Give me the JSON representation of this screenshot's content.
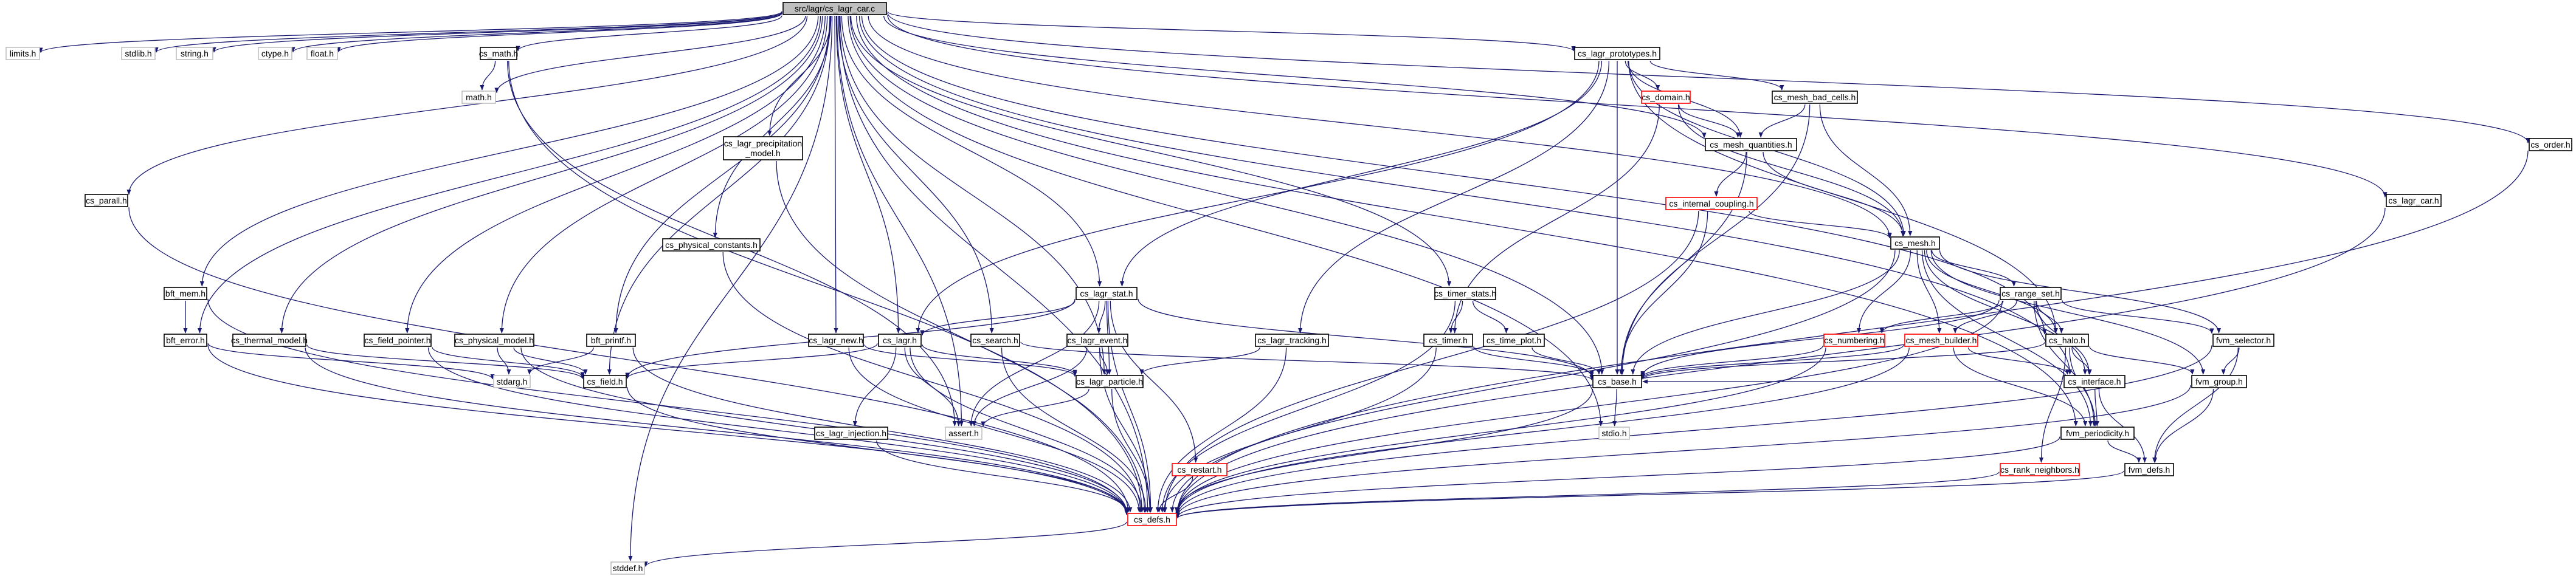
{
  "colors": {
    "edge": "#191970",
    "node_border": "#000000",
    "node_fill": "#ffffff",
    "root_fill": "#bfbfbf",
    "external_border": "#bfbfbf",
    "missing_border": "#ff0000"
  },
  "nodes": [
    {
      "id": "root",
      "label": "src/lagr/cs_lagr_car.c",
      "kind": "root"
    },
    {
      "id": "limits",
      "label": "limits.h",
      "kind": "external"
    },
    {
      "id": "stdlib",
      "label": "stdlib.h",
      "kind": "external"
    },
    {
      "id": "string",
      "label": "string.h",
      "kind": "external"
    },
    {
      "id": "ctype",
      "label": "ctype.h",
      "kind": "external"
    },
    {
      "id": "float",
      "label": "float.h",
      "kind": "external"
    },
    {
      "id": "assert",
      "label": "assert.h",
      "kind": "external"
    },
    {
      "id": "math",
      "label": "math.h",
      "kind": "external"
    },
    {
      "id": "stdarg",
      "label": "stdarg.h",
      "kind": "external"
    },
    {
      "id": "stdio",
      "label": "stdio.h",
      "kind": "external"
    },
    {
      "id": "stddef",
      "label": "stddef.h",
      "kind": "external"
    },
    {
      "id": "cs_defs",
      "label": "cs_defs.h",
      "kind": "missing"
    },
    {
      "id": "cs_restart",
      "label": "cs_restart.h",
      "kind": "missing"
    },
    {
      "id": "cs_domain",
      "label": "cs_domain.h",
      "kind": "missing"
    },
    {
      "id": "cs_internal_coupling",
      "label": "cs_internal_coupling.h",
      "kind": "missing"
    },
    {
      "id": "cs_numbering",
      "label": "cs_numbering.h",
      "kind": "missing"
    },
    {
      "id": "cs_mesh_builder",
      "label": "cs_mesh_builder.h",
      "kind": "missing"
    },
    {
      "id": "cs_rank_neighbors",
      "label": "cs_rank_neighbors.h",
      "kind": "missing"
    },
    {
      "id": "cs_math",
      "label": "cs_math.h",
      "kind": "normal"
    },
    {
      "id": "cs_lagr_prototypes",
      "label": "cs_lagr_prototypes.h",
      "kind": "normal"
    },
    {
      "id": "cs_mesh_bad_cells",
      "label": "cs_mesh_bad_cells.h",
      "kind": "normal"
    },
    {
      "id": "cs_mesh_quantities",
      "label": "cs_mesh_quantities.h",
      "kind": "normal"
    },
    {
      "id": "cs_mesh",
      "label": "cs_mesh.h",
      "kind": "normal"
    },
    {
      "id": "cs_lagr_precipitation_model",
      "label": "cs_lagr_precipitation _model.h",
      "kind": "normal"
    },
    {
      "id": "cs_parall",
      "label": "cs_parall.h",
      "kind": "normal"
    },
    {
      "id": "cs_physical_constants",
      "label": "cs_physical_constants.h",
      "kind": "normal"
    },
    {
      "id": "cs_lagr_car",
      "label": "cs_lagr_car.h",
      "kind": "normal"
    },
    {
      "id": "cs_order",
      "label": "cs_order.h",
      "kind": "normal"
    },
    {
      "id": "bft_mem",
      "label": "bft_mem.h",
      "kind": "normal"
    },
    {
      "id": "bft_error",
      "label": "bft_error.h",
      "kind": "normal"
    },
    {
      "id": "cs_thermal_model",
      "label": "cs_thermal_model.h",
      "kind": "normal"
    },
    {
      "id": "cs_field_pointer",
      "label": "cs_field_pointer.h",
      "kind": "normal"
    },
    {
      "id": "cs_physical_model",
      "label": "cs_physical_model.h",
      "kind": "normal"
    },
    {
      "id": "bft_printf",
      "label": "bft_printf.h",
      "kind": "normal"
    },
    {
      "id": "cs_field",
      "label": "cs_field.h",
      "kind": "normal"
    },
    {
      "id": "cs_lagr_stat",
      "label": "cs_lagr_stat.h",
      "kind": "normal"
    },
    {
      "id": "cs_lagr_new",
      "label": "cs_lagr_new.h",
      "kind": "normal"
    },
    {
      "id": "cs_lagr",
      "label": "cs_lagr.h",
      "kind": "normal"
    },
    {
      "id": "cs_search",
      "label": "cs_search.h",
      "kind": "normal"
    },
    {
      "id": "cs_lagr_event",
      "label": "cs_lagr_event.h",
      "kind": "normal"
    },
    {
      "id": "cs_lagr_particle",
      "label": "cs_lagr_particle.h",
      "kind": "normal"
    },
    {
      "id": "cs_lagr_injection",
      "label": "cs_lagr_injection.h",
      "kind": "normal"
    },
    {
      "id": "cs_lagr_tracking",
      "label": "cs_lagr_tracking.h",
      "kind": "normal"
    },
    {
      "id": "cs_timer_stats",
      "label": "cs_timer_stats.h",
      "kind": "normal"
    },
    {
      "id": "cs_timer",
      "label": "cs_timer.h",
      "kind": "normal"
    },
    {
      "id": "cs_time_plot",
      "label": "cs_time_plot.h",
      "kind": "normal"
    },
    {
      "id": "cs_base",
      "label": "cs_base.h",
      "kind": "normal"
    },
    {
      "id": "cs_range_set",
      "label": "cs_range_set.h",
      "kind": "normal"
    },
    {
      "id": "cs_halo",
      "label": "cs_halo.h",
      "kind": "normal"
    },
    {
      "id": "cs_interface",
      "label": "cs_interface.h",
      "kind": "normal"
    },
    {
      "id": "fvm_periodicity",
      "label": "fvm_periodicity.h",
      "kind": "normal"
    },
    {
      "id": "fvm_defs",
      "label": "fvm_defs.h",
      "kind": "normal"
    },
    {
      "id": "fvm_group",
      "label": "fvm_group.h",
      "kind": "normal"
    },
    {
      "id": "fvm_selector",
      "label": "fvm_selector.h",
      "kind": "normal"
    }
  ],
  "edges": [
    [
      "root",
      "limits"
    ],
    [
      "root",
      "stdlib"
    ],
    [
      "root",
      "string"
    ],
    [
      "root",
      "ctype"
    ],
    [
      "root",
      "float"
    ],
    [
      "root",
      "math"
    ],
    [
      "root",
      "cs_math"
    ],
    [
      "root",
      "stddef"
    ],
    [
      "root",
      "cs_parall"
    ],
    [
      "root",
      "bft_mem"
    ],
    [
      "root",
      "bft_error"
    ],
    [
      "root",
      "cs_thermal_model"
    ],
    [
      "root",
      "cs_field_pointer"
    ],
    [
      "root",
      "cs_physical_model"
    ],
    [
      "root",
      "cs_field"
    ],
    [
      "root",
      "bft_printf"
    ],
    [
      "root",
      "cs_physical_constants"
    ],
    [
      "root",
      "cs_lagr_precipitation_model"
    ],
    [
      "root",
      "cs_lagr_new"
    ],
    [
      "root",
      "cs_lagr"
    ],
    [
      "root",
      "cs_lagr_stat"
    ],
    [
      "root",
      "assert"
    ],
    [
      "root",
      "cs_lagr_particle"
    ],
    [
      "root",
      "cs_search"
    ],
    [
      "root",
      "cs_timer_stats"
    ],
    [
      "root",
      "cs_base"
    ],
    [
      "root",
      "stdio"
    ],
    [
      "root",
      "cs_lagr_prototypes"
    ],
    [
      "root",
      "cs_mesh_quantities"
    ],
    [
      "root",
      "cs_mesh"
    ],
    [
      "root",
      "cs_halo"
    ],
    [
      "root",
      "cs_interface"
    ],
    [
      "root",
      "fvm_periodicity"
    ],
    [
      "root",
      "cs_lagr_car"
    ],
    [
      "root",
      "cs_order"
    ],
    [
      "root",
      "cs_defs"
    ],
    [
      "cs_math",
      "math"
    ],
    [
      "cs_math",
      "assert"
    ],
    [
      "cs_math",
      "cs_defs"
    ],
    [
      "cs_lagr_prototypes",
      "cs_domain"
    ],
    [
      "cs_lagr_prototypes",
      "cs_mesh_bad_cells"
    ],
    [
      "cs_lagr_prototypes",
      "cs_mesh_quantities"
    ],
    [
      "cs_lagr_prototypes",
      "cs_mesh"
    ],
    [
      "cs_lagr_prototypes",
      "cs_lagr"
    ],
    [
      "cs_lagr_prototypes",
      "cs_lagr_stat"
    ],
    [
      "cs_lagr_prototypes",
      "cs_lagr_tracking"
    ],
    [
      "cs_lagr_prototypes",
      "cs_base"
    ],
    [
      "cs_lagr_prototypes",
      "cs_halo"
    ],
    [
      "cs_domain",
      "cs_mesh_quantities"
    ],
    [
      "cs_domain",
      "cs_mesh"
    ],
    [
      "cs_domain",
      "cs_timer"
    ],
    [
      "cs_mesh_bad_cells",
      "cs_mesh_quantities"
    ],
    [
      "cs_mesh_bad_cells",
      "cs_mesh"
    ],
    [
      "cs_mesh_bad_cells",
      "cs_base"
    ],
    [
      "cs_mesh_quantities",
      "cs_internal_coupling"
    ],
    [
      "cs_mesh_quantities",
      "cs_mesh"
    ],
    [
      "cs_mesh_quantities",
      "cs_base"
    ],
    [
      "cs_internal_coupling",
      "cs_mesh"
    ],
    [
      "cs_internal_coupling",
      "cs_base"
    ],
    [
      "cs_internal_coupling",
      "cs_defs"
    ],
    [
      "cs_mesh",
      "cs_range_set"
    ],
    [
      "cs_mesh",
      "cs_numbering"
    ],
    [
      "cs_mesh",
      "cs_mesh_builder"
    ],
    [
      "cs_mesh",
      "cs_base"
    ],
    [
      "cs_mesh",
      "cs_halo"
    ],
    [
      "cs_mesh",
      "cs_interface"
    ],
    [
      "cs_mesh",
      "fvm_periodicity"
    ],
    [
      "cs_mesh",
      "fvm_group"
    ],
    [
      "cs_mesh",
      "fvm_selector"
    ],
    [
      "cs_mesh",
      "cs_defs"
    ],
    [
      "cs_range_set",
      "cs_numbering"
    ],
    [
      "cs_range_set",
      "cs_mesh_builder"
    ],
    [
      "cs_range_set",
      "cs_halo"
    ],
    [
      "cs_range_set",
      "cs_interface"
    ],
    [
      "cs_range_set",
      "cs_base"
    ],
    [
      "cs_range_set",
      "fvm_periodicity"
    ],
    [
      "cs_range_set",
      "fvm_selector"
    ],
    [
      "cs_range_set",
      "cs_defs"
    ],
    [
      "cs_numbering",
      "cs_base"
    ],
    [
      "cs_numbering",
      "cs_defs"
    ],
    [
      "cs_mesh_builder",
      "cs_base"
    ],
    [
      "cs_mesh_builder",
      "cs_interface"
    ],
    [
      "cs_mesh_builder",
      "fvm_periodicity"
    ],
    [
      "cs_mesh_builder",
      "cs_defs"
    ],
    [
      "cs_halo",
      "cs_interface"
    ],
    [
      "cs_halo",
      "cs_rank_neighbors"
    ],
    [
      "cs_halo",
      "fvm_periodicity"
    ],
    [
      "cs_halo",
      "cs_base"
    ],
    [
      "cs_halo",
      "fvm_group"
    ],
    [
      "cs_interface",
      "fvm_periodicity"
    ],
    [
      "cs_interface",
      "fvm_defs"
    ],
    [
      "cs_interface",
      "cs_base"
    ],
    [
      "fvm_periodicity",
      "fvm_defs"
    ],
    [
      "fvm_periodicity",
      "cs_defs"
    ],
    [
      "fvm_defs",
      "cs_defs"
    ],
    [
      "cs_rank_neighbors",
      "cs_defs"
    ],
    [
      "fvm_selector",
      "fvm_group"
    ],
    [
      "fvm_selector",
      "fvm_defs"
    ],
    [
      "fvm_selector",
      "cs_defs"
    ],
    [
      "fvm_group",
      "fvm_defs"
    ],
    [
      "fvm_group",
      "cs_defs"
    ],
    [
      "cs_lagr_precipitation_model",
      "cs_defs"
    ],
    [
      "cs_parall",
      "cs_defs"
    ],
    [
      "cs_physical_constants",
      "cs_defs"
    ],
    [
      "cs_lagr_car",
      "cs_defs"
    ],
    [
      "cs_order",
      "cs_defs"
    ],
    [
      "bft_mem",
      "bft_error"
    ],
    [
      "bft_mem",
      "cs_defs"
    ],
    [
      "bft_error",
      "stdarg"
    ],
    [
      "bft_error",
      "cs_defs"
    ],
    [
      "cs_thermal_model",
      "cs_field"
    ],
    [
      "cs_thermal_model",
      "cs_defs"
    ],
    [
      "cs_field_pointer",
      "cs_field"
    ],
    [
      "cs_field_pointer",
      "cs_defs"
    ],
    [
      "cs_physical_model",
      "cs_field"
    ],
    [
      "cs_physical_model",
      "stdarg"
    ],
    [
      "cs_physical_model",
      "cs_defs"
    ],
    [
      "bft_printf",
      "stdarg"
    ],
    [
      "bft_printf",
      "cs_defs"
    ],
    [
      "cs_field",
      "cs_defs"
    ],
    [
      "cs_lagr_stat",
      "cs_field"
    ],
    [
      "cs_lagr_stat",
      "cs_lagr"
    ],
    [
      "cs_lagr_stat",
      "cs_lagr_event"
    ],
    [
      "cs_lagr_stat",
      "cs_lagr_particle"
    ],
    [
      "cs_lagr_stat",
      "assert"
    ],
    [
      "cs_lagr_stat",
      "cs_restart"
    ],
    [
      "cs_lagr_stat",
      "cs_base"
    ],
    [
      "cs_lagr_stat",
      "cs_defs"
    ],
    [
      "cs_lagr_new",
      "cs_lagr_particle"
    ],
    [
      "cs_lagr_new",
      "cs_defs"
    ],
    [
      "cs_lagr",
      "cs_field"
    ],
    [
      "cs_lagr",
      "cs_lagr_injection"
    ],
    [
      "cs_lagr",
      "cs_lagr_particle"
    ],
    [
      "cs_lagr",
      "assert"
    ],
    [
      "cs_lagr",
      "cs_defs"
    ],
    [
      "cs_search",
      "cs_base"
    ],
    [
      "cs_search",
      "cs_defs"
    ],
    [
      "cs_lagr_event",
      "cs_lagr_particle"
    ],
    [
      "cs_lagr_event",
      "assert"
    ],
    [
      "cs_lagr_event",
      "cs_defs"
    ],
    [
      "cs_lagr_particle",
      "assert"
    ],
    [
      "cs_lagr_particle",
      "cs_defs"
    ],
    [
      "cs_lagr_injection",
      "cs_defs"
    ],
    [
      "cs_restart",
      "cs_defs"
    ],
    [
      "cs_lagr_tracking",
      "cs_lagr_particle"
    ],
    [
      "cs_lagr_tracking",
      "cs_defs"
    ],
    [
      "cs_timer_stats",
      "cs_timer"
    ],
    [
      "cs_timer_stats",
      "cs_time_plot"
    ],
    [
      "cs_timer_stats",
      "cs_defs"
    ],
    [
      "cs_timer",
      "cs_base"
    ],
    [
      "cs_timer",
      "cs_defs"
    ],
    [
      "cs_time_plot",
      "cs_base"
    ],
    [
      "cs_base",
      "stdio"
    ],
    [
      "cs_base",
      "cs_defs"
    ],
    [
      "cs_defs",
      "stddef"
    ]
  ]
}
